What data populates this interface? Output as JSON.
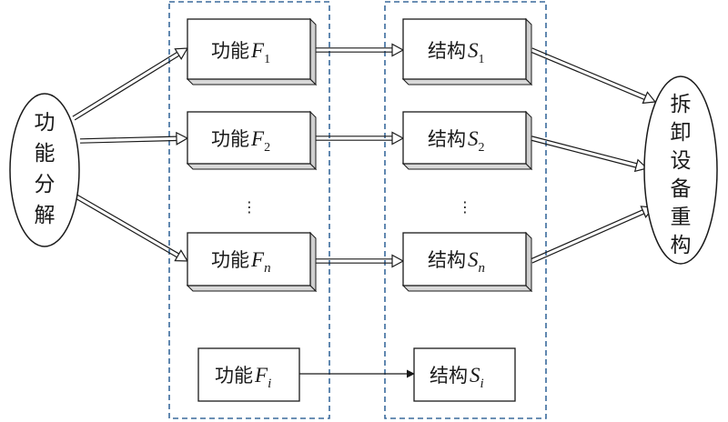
{
  "left_ellipse": {
    "chars": [
      "功",
      "能",
      "分",
      "解"
    ]
  },
  "right_ellipse": {
    "chars": [
      "拆",
      "卸",
      "设",
      "备",
      "重",
      "构"
    ]
  },
  "functions": [
    {
      "label": "功能",
      "var": "F",
      "sub": "1"
    },
    {
      "label": "功能",
      "var": "F",
      "sub": "2"
    },
    {
      "label": "功能",
      "var": "F",
      "sub": "n"
    }
  ],
  "structures": [
    {
      "label": "结构",
      "var": "S",
      "sub": "1"
    },
    {
      "label": "结构",
      "var": "S",
      "sub": "2"
    },
    {
      "label": "结构",
      "var": "S",
      "sub": "n"
    }
  ],
  "extra_function": {
    "label": "功能",
    "var": "F",
    "sub": "i"
  },
  "extra_structure": {
    "label": "结构",
    "var": "S",
    "sub": "i"
  },
  "ellipsis_mark": "⋮",
  "colors": {
    "dashed_frame": "#3a6a9c",
    "line": "#1a1a1a",
    "box_fill": "#ffffff",
    "box_shadow": "#cfcfcf"
  }
}
